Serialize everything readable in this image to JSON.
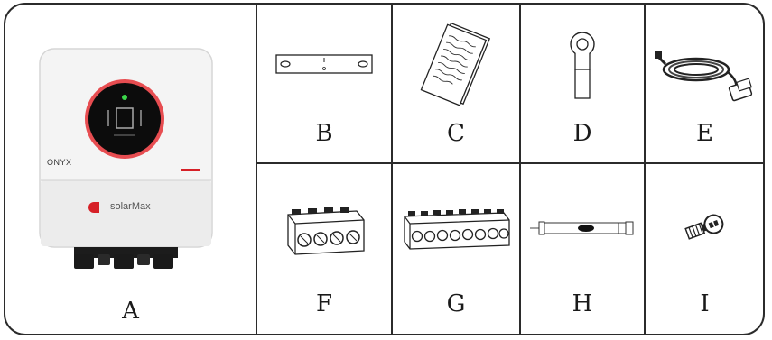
{
  "items": [
    {
      "letter": "A",
      "icon": "inverter-icon"
    },
    {
      "letter": "B",
      "icon": "mounting-bracket-icon"
    },
    {
      "letter": "C",
      "icon": "manual-document-icon"
    },
    {
      "letter": "D",
      "icon": "ring-terminal-icon"
    },
    {
      "letter": "E",
      "icon": "cable-icon"
    },
    {
      "letter": "F",
      "icon": "four-pin-terminal-block-icon"
    },
    {
      "letter": "G",
      "icon": "eight-pin-terminal-block-icon"
    },
    {
      "letter": "H",
      "icon": "expansion-bolt-icon"
    },
    {
      "letter": "I",
      "icon": "screw-icon"
    }
  ],
  "inverter": {
    "brand_model": "ONYX",
    "brand_logo": "solarMax",
    "model_tag": "SolarMax"
  },
  "colors": {
    "border": "#2b2b2b",
    "accent_red": "#d62027"
  }
}
